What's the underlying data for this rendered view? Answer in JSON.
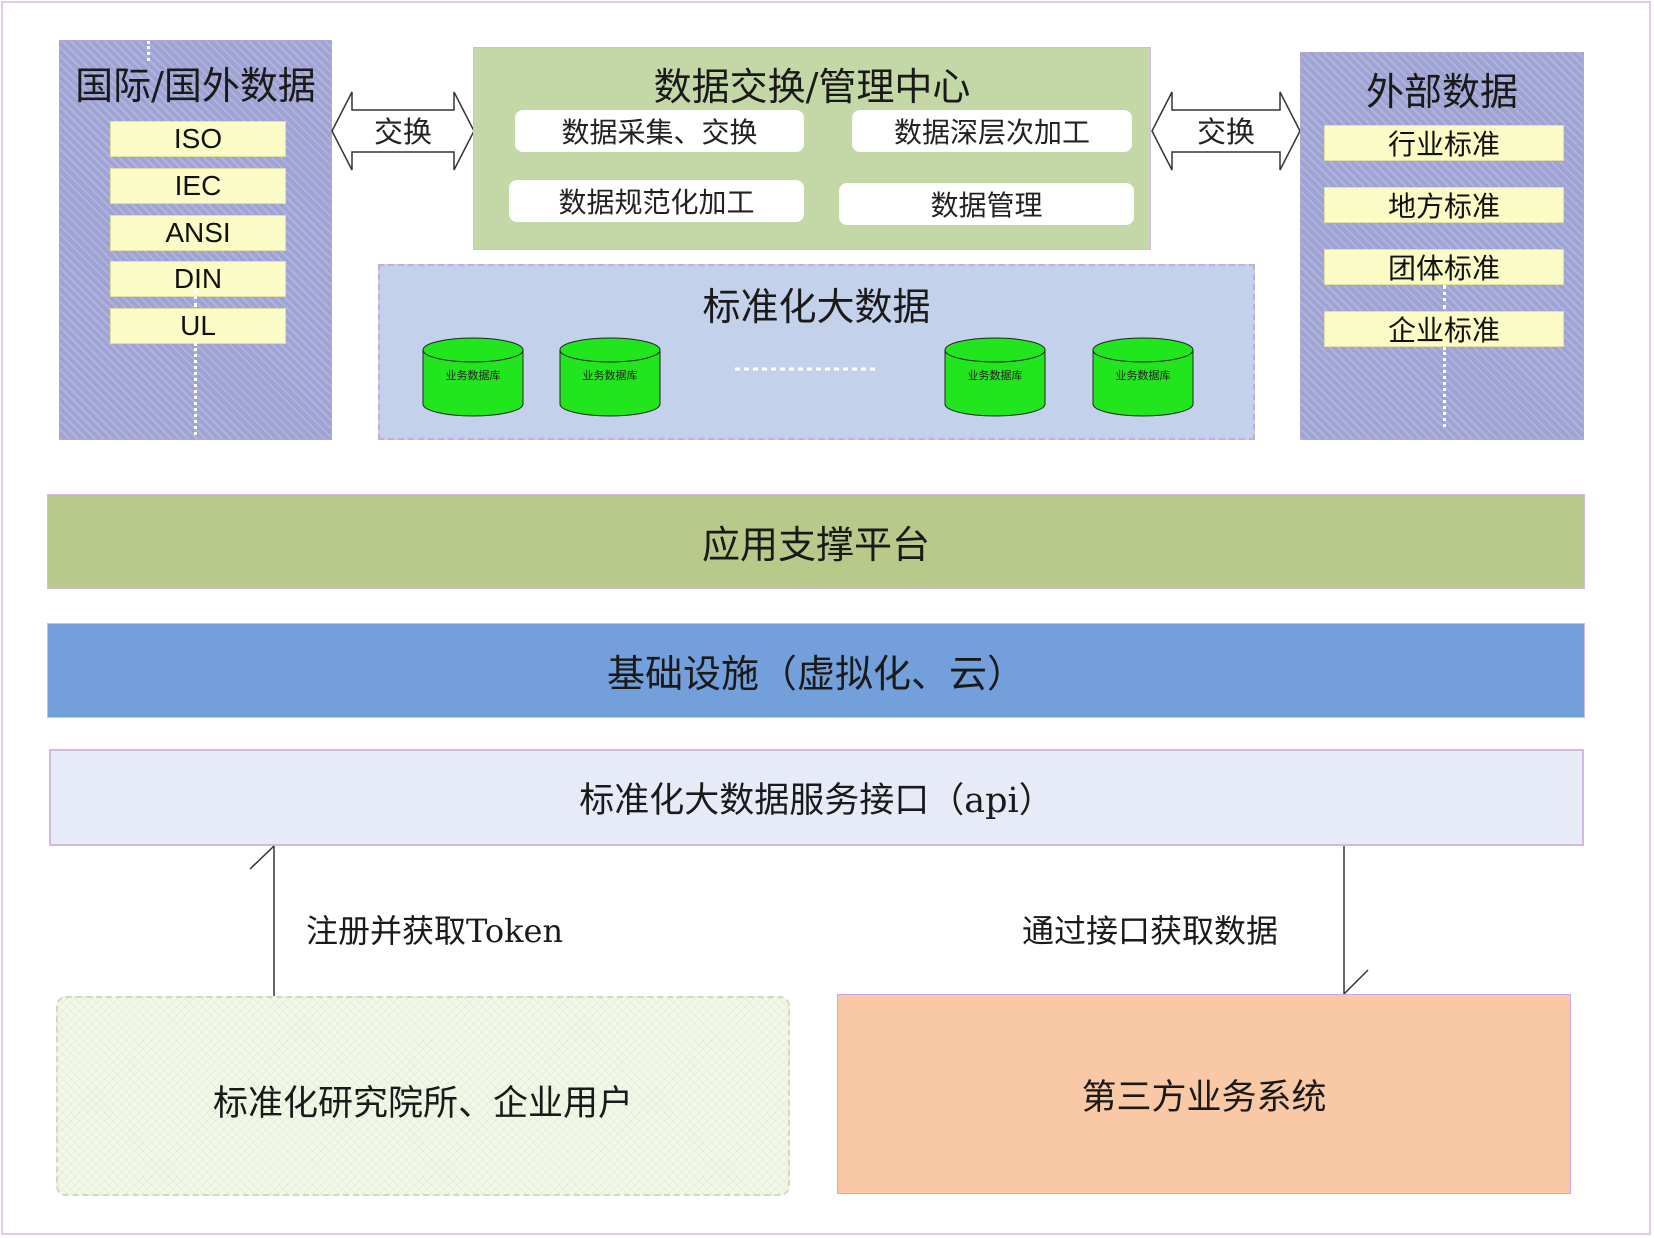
{
  "intl": {
    "title": "国际/国外数据",
    "items": [
      "ISO",
      "IEC",
      "ANSI",
      "DIN",
      "UL"
    ]
  },
  "exchange_center": {
    "title": "数据交换/管理中心",
    "functions": [
      "数据采集、交换",
      "数据深层次加工",
      "数据规范化加工",
      "数据管理"
    ]
  },
  "exchange_arrows": {
    "left_label": "交换",
    "right_label": "交换"
  },
  "external": {
    "title": "外部数据",
    "items": [
      "行业标准",
      "地方标准",
      "团体标准",
      "企业标准"
    ]
  },
  "bigdata": {
    "title": "标准化大数据",
    "databases": [
      "业务数据库",
      "业务数据库",
      "业务数据库",
      "业务数据库"
    ]
  },
  "layers": {
    "platform": "应用支撑平台",
    "infrastructure": "基础设施（虚拟化、云）",
    "api": "标准化大数据服务接口（api）"
  },
  "flows": {
    "register": "注册并获取Token",
    "fetch": "通过接口获取数据"
  },
  "users": {
    "institutes": "标准化研究院所、企业用户",
    "third_party": "第三方业务系统"
  },
  "colors": {
    "side_panel": "#9fa3d4",
    "item_fill": "#fbfbc6",
    "exchange_center": "#c4d7a6",
    "bigdata": "#c4d1ea",
    "db_fill": "#22e61d",
    "platform": "#b8c98a",
    "infrastructure": "#739fda",
    "api": "#e6ebf7",
    "institutes": "#f2f8e8",
    "third_party": "#f8c9a4"
  }
}
